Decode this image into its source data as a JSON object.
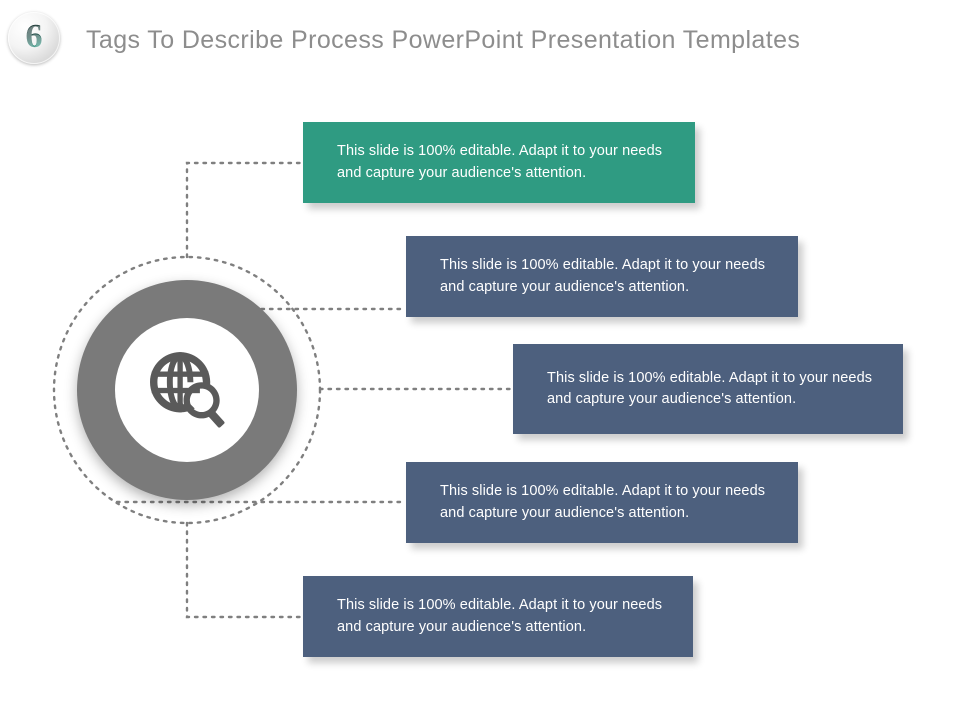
{
  "header": {
    "badge_number": "6",
    "badge_icon": "numbered-badge-icon",
    "title": "Tags To Describe Process PowerPoint Presentation Templates"
  },
  "hub": {
    "icon_name": "globe-search-icon",
    "icon_label": "Globe with magnifying glass",
    "ring_color": "#7a7a7a",
    "inner_color": "#ffffff",
    "dotted_circle_color": "#7f7f7f"
  },
  "diagram": {
    "type": "radial-process",
    "connector_style": "dotted",
    "connector_color": "#7f7f7f",
    "node_count": 5,
    "nodes": [
      {
        "id": "node-1",
        "index": 1,
        "color": "#2f9b82",
        "text": "This slide is 100% editable. Adapt it to your needs and capture your audience's attention."
      },
      {
        "id": "node-2",
        "index": 2,
        "color": "#4d607e",
        "text": "This slide is 100% editable. Adapt it to your needs and capture your audience's attention."
      },
      {
        "id": "node-3",
        "index": 3,
        "color": "#4d607e",
        "text": "This slide is 100% editable. Adapt it to your needs and capture your audience's attention."
      },
      {
        "id": "node-4",
        "index": 4,
        "color": "#4d607e",
        "text": "This slide is 100% editable. Adapt it to your needs and capture your audience's attention."
      },
      {
        "id": "node-5",
        "index": 5,
        "color": "#4d607e",
        "text": "This slide is 100% editable. Adapt it to your needs and capture your audience's attention."
      }
    ]
  },
  "colors": {
    "accent_green": "#2f9b82",
    "accent_blue": "#4d607e",
    "title_gray": "#8d8d8d",
    "hub_gray": "#7a7a7a",
    "background": "#ffffff"
  }
}
